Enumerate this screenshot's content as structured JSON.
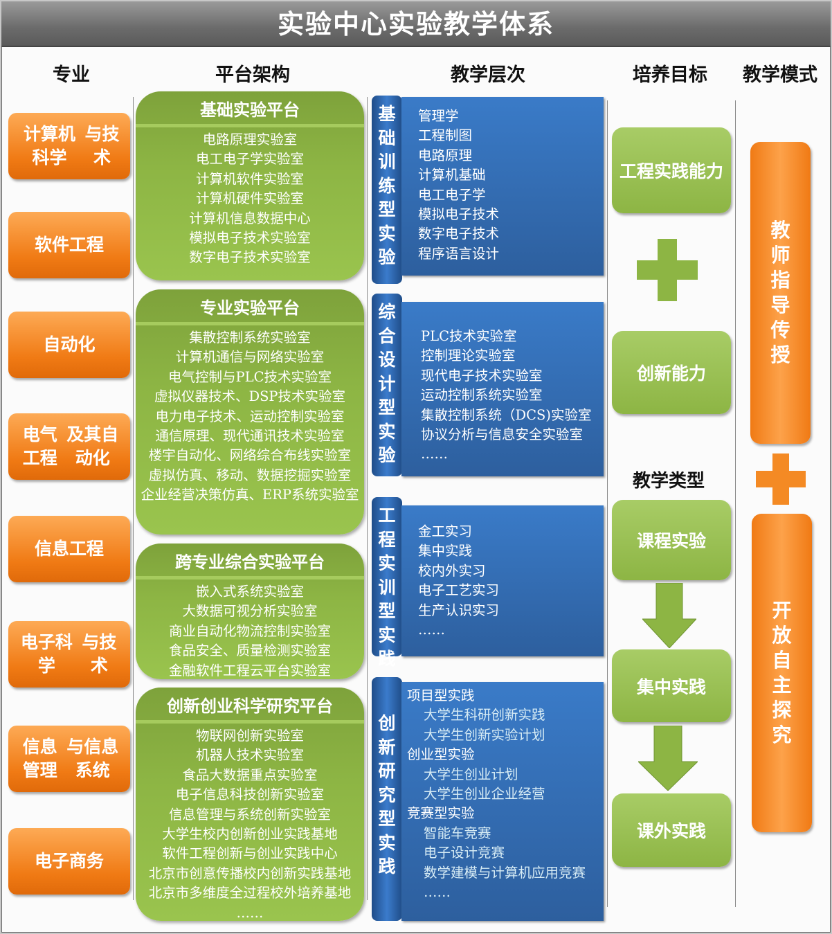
{
  "title": "实验中心实验教学体系",
  "headers": {
    "major": "专业",
    "platform": "平台架构",
    "level": "教学层次",
    "goal": "培养目标",
    "mode": "教学模式"
  },
  "majors": [
    "计算机科学与技术",
    "软件工程",
    "自动化",
    "电气工程及其自动化",
    "信息工程",
    "电子科学与技术",
    "信息管理与信息系统",
    "电子商务"
  ],
  "platforms": [
    {
      "title": "基础实验平台",
      "items": [
        "电路原理实验室",
        "电工电子学实验室",
        "计算机软件实验室",
        "计算机硬件实验室",
        "计算机信息数据中心",
        "模拟电子技术实验室",
        "数字电子技术实验室"
      ]
    },
    {
      "title": "专业实验平台",
      "items": [
        "集散控制系统实验室",
        "计算机通信与网络实验室",
        "电气控制与PLC技术实验室",
        "虚拟仪器技术、DSP技术实验室",
        "电力电子技术、运动控制实验室",
        "通信原理、现代通讯技术实验室",
        "楼宇自动化、网络综合布线实验室",
        "虚拟仿真、移动、数据挖掘实验室",
        "企业经营决策仿真、ERP系统实验室"
      ]
    },
    {
      "title": "跨专业综合实验平台",
      "items": [
        "嵌入式系统实验室",
        "大数据可视分析实验室",
        "商业自动化物流控制实验室",
        "食品安全、质量检测实验室",
        "金融软件工程云平台实验室"
      ]
    },
    {
      "title": "创新创业科学研究平台",
      "items": [
        "物联网创新实验室",
        "机器人技术实验室",
        "食品大数据重点实验室",
        "电子信息科技创新实验室",
        "信息管理与系统创新实验室",
        "大学生校内创新创业实践基地",
        "软件工程创新与创业实践中心",
        "北京市创意传播校内创新实践基地",
        "北京市多维度全过程校外培养基地",
        "……"
      ]
    }
  ],
  "levels": [
    {
      "label": "基础训练型实验",
      "items": [
        "管理学",
        "工程制图",
        "电路原理",
        "计算机基础",
        "电工电子学",
        "模拟电子技术",
        "数字电子技术",
        "程序语言设计"
      ]
    },
    {
      "label": "综合设计型实验",
      "items": [
        "PLC技术实验室",
        "控制理论实验室",
        "现代电子技术实验室",
        "运动控制系统实验室",
        "集散控制系统（DCS)实验室",
        "协议分析与信息安全实验室",
        "……"
      ]
    },
    {
      "label": "工程实训型实践",
      "items": [
        "金工实习",
        "集中实践",
        "校内外实习",
        "电子工艺实习",
        "生产认识实习",
        "……"
      ]
    },
    {
      "label": "创新研究型实践",
      "groups": [
        {
          "title": "项目型实践",
          "items": [
            "大学生科研创新实践",
            "大学生创新实验计划"
          ]
        },
        {
          "title": "创业型实验",
          "items": [
            "大学生创业计划",
            "大学生创业企业经营"
          ]
        },
        {
          "title": "竞赛型实验",
          "items": [
            "智能车竞赛",
            "电子设计竞赛",
            "数学建模与计算机应用竞赛"
          ]
        }
      ],
      "ellipsis": "……"
    }
  ],
  "goals": [
    "工程实践能力",
    "创新能力"
  ],
  "teaching_type_label": "教学类型",
  "teaching_types": [
    "课程实验",
    "集中实践",
    "课外实践"
  ],
  "modes": [
    "教师指导传授",
    "开放自主探究"
  ],
  "colors": {
    "orange": "#f07a14",
    "green": "#8db544",
    "blue": "#2d5f9e"
  }
}
